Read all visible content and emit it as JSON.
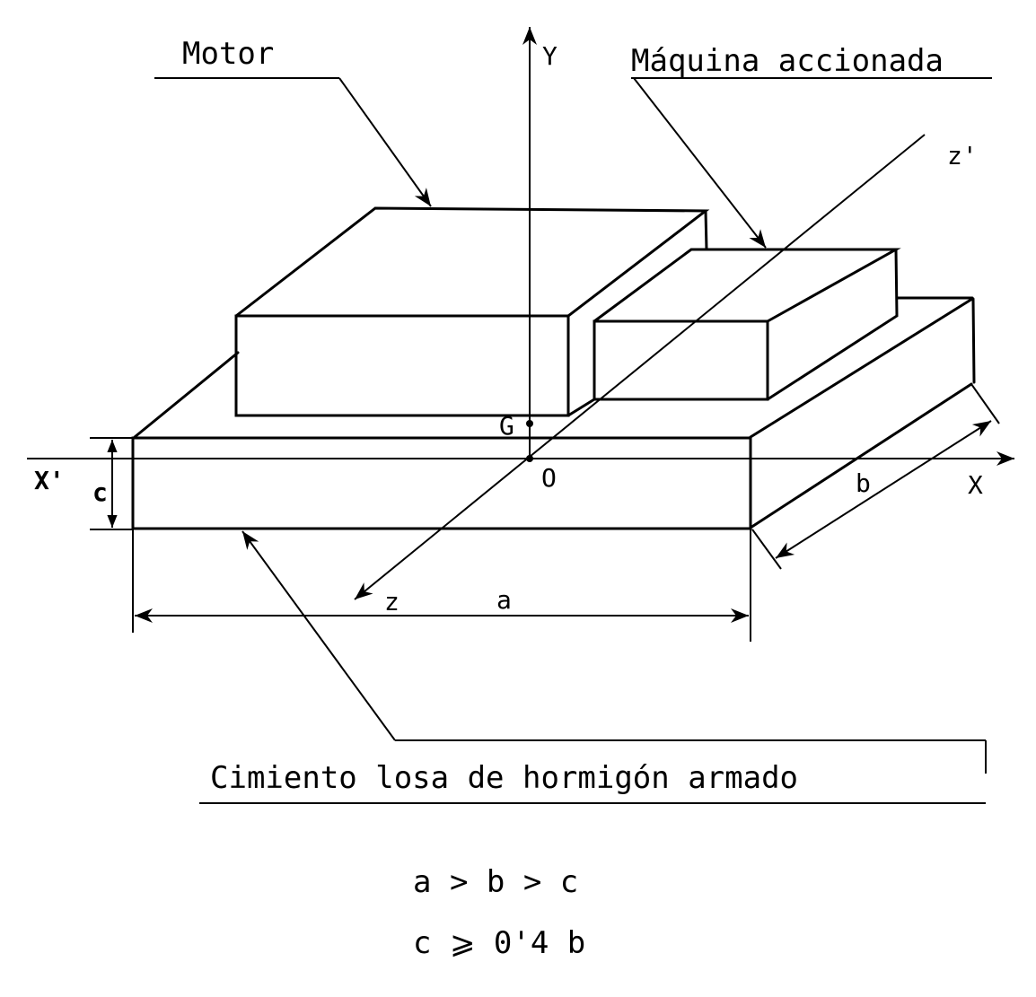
{
  "labels": {
    "motor": "Motor",
    "machine": "Máquina accionada",
    "foundation": "Cimiento losa de hormigón armado"
  },
  "axes": {
    "y": "Y",
    "x": "X",
    "x_prime": "X'",
    "z": "z",
    "z_prime": "z'",
    "origin": "O",
    "centroid": "G"
  },
  "dimensions": {
    "a": "a",
    "b": "b",
    "c": "c"
  },
  "conditions": [
    "a > b > c",
    "c ⩾ 0'4 b"
  ]
}
